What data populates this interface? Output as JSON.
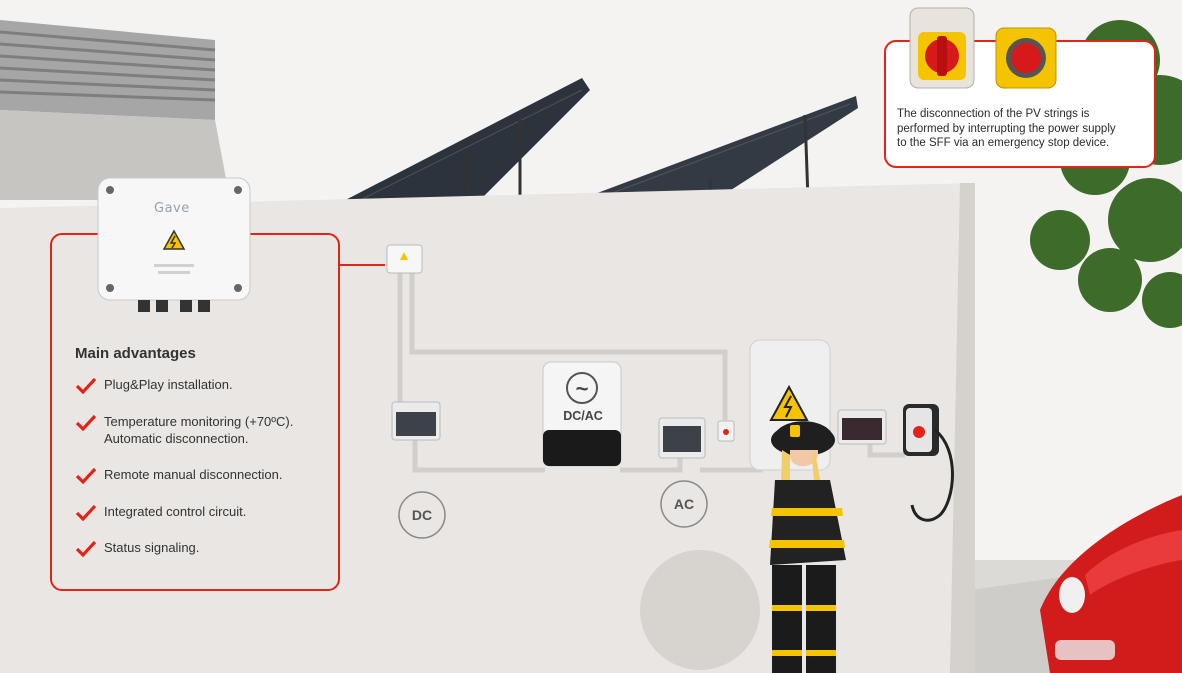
{
  "brand": {
    "logo": "Gave"
  },
  "advantages": {
    "title": "Main advantages",
    "items": [
      {
        "lines": [
          "Plug&Play installation."
        ]
      },
      {
        "lines": [
          "Temperature monitoring (+70ºC).",
          "Automatic disconnection."
        ]
      },
      {
        "lines": [
          "Remote manual disconnection."
        ]
      },
      {
        "lines": [
          "Integrated control circuit."
        ]
      },
      {
        "lines": [
          "Status signaling."
        ]
      }
    ]
  },
  "info": {
    "lines": [
      "The disconnection of the PV strings is",
      "performed by interrupting the power supply",
      "to the SFF via an emergency stop device."
    ]
  },
  "labels": {
    "dc": "DC",
    "ac": "AC",
    "inverter": "DC/AC",
    "tilde": "~"
  },
  "colors": {
    "accent": "#e2231a",
    "yellow": "#f5c400",
    "firefighter": "#1f1f1f"
  },
  "icons": [
    "high-voltage-warning-icon",
    "checkmark-icon",
    "emergency-stop-icon",
    "rotary-switch-icon",
    "ev-charger-icon"
  ]
}
